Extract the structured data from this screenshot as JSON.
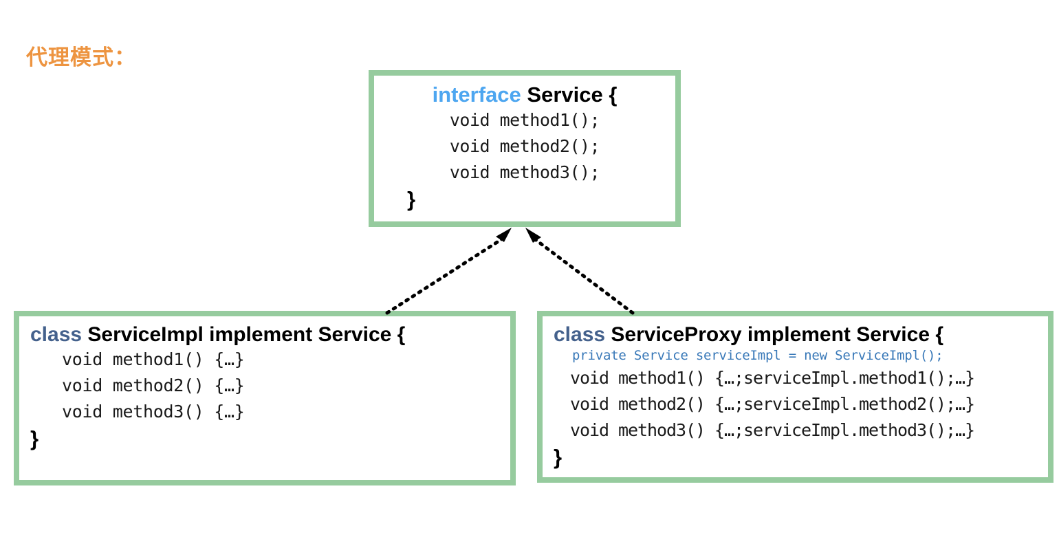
{
  "title": "代理模式：",
  "accent_colors": {
    "title": "#ED9440",
    "box_border": "#96CB9E",
    "keyword_interface": "#4DA6F0",
    "keyword_class": "#44618C",
    "field_text": "#3878B8",
    "connector": "#000000"
  },
  "interface_box": {
    "keyword": "interface",
    "name": "Service {",
    "members": [
      "void method1();",
      "void method2();",
      "void method3();"
    ],
    "closing_brace": "}"
  },
  "impl_box": {
    "keyword": "class",
    "name": "ServiceImpl implement Service {",
    "members": [
      "void method1() {…}",
      "void method2() {…}",
      "void method3() {…}"
    ],
    "closing_brace": "}"
  },
  "proxy_box": {
    "keyword": "class",
    "name": "ServiceProxy implement Service {",
    "field": "private Service serviceImpl = new ServiceImpl();",
    "members": [
      "void method1() {…;serviceImpl.method1();…}",
      "void method2() {…;serviceImpl.method2();…}",
      "void method3() {…;serviceImpl.method3();…}"
    ],
    "closing_brace": "}"
  },
  "connectors": [
    {
      "name": "impl-realizes-service",
      "from": "impl_box",
      "to": "interface_box",
      "style": "dotted-with-hollow-triangle"
    },
    {
      "name": "proxy-realizes-service",
      "from": "proxy_box",
      "to": "interface_box",
      "style": "dotted-with-hollow-triangle"
    }
  ]
}
